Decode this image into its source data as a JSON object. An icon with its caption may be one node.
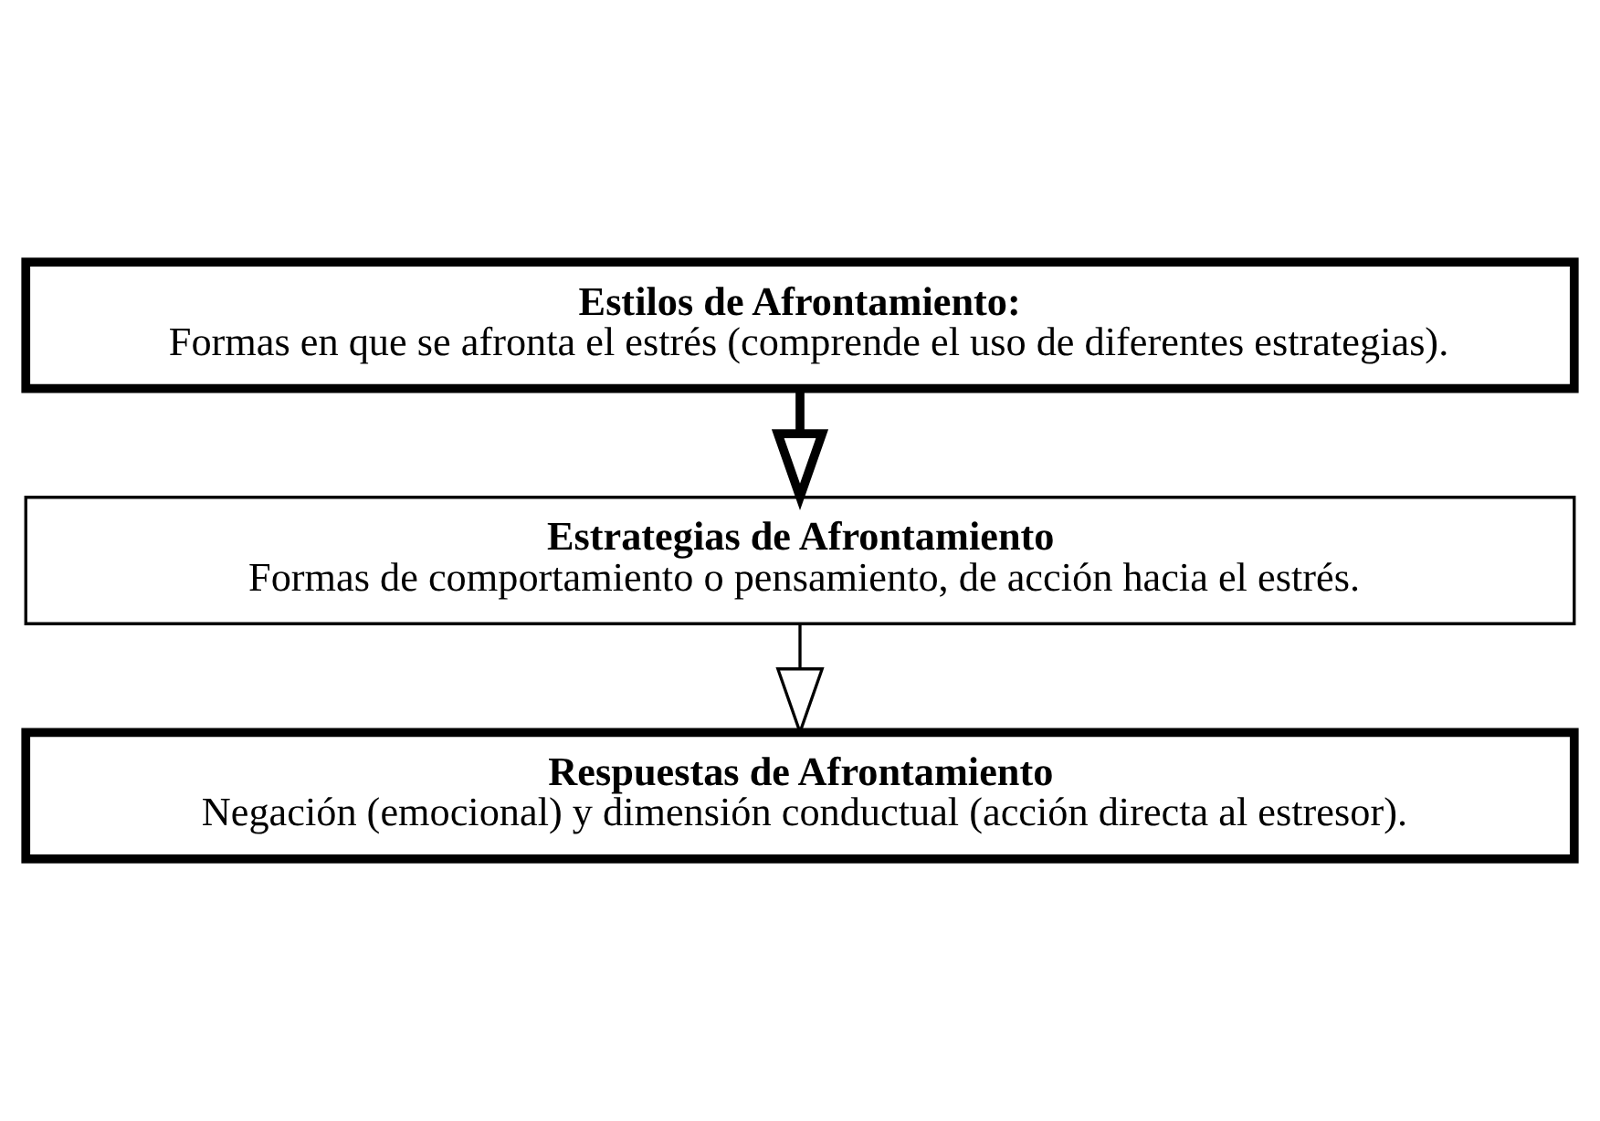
{
  "diagram": {
    "nodes": [
      {
        "text": [
          "Estilos de Afrontamiento:",
          "Formas en que se afronta el estrés (comprende el uso de diferentes estrategias)."
        ]
      },
      {
        "text": [
          "Estrategias de Afrontamiento",
          "Formas de comportamiento o pensamiento, de acción hacia el estrés."
        ]
      },
      {
        "text": [
          "Respuestas de Afrontamiento",
          "Negación (emocional) y dimensión conductual (acción directa al estresor)."
        ]
      }
    ],
    "edges": [
      {
        "from": 0,
        "to": 1,
        "arrow": "to",
        "style": "thick"
      },
      {
        "from": 1,
        "to": 2,
        "arrow": "to"
      }
    ]
  }
}
